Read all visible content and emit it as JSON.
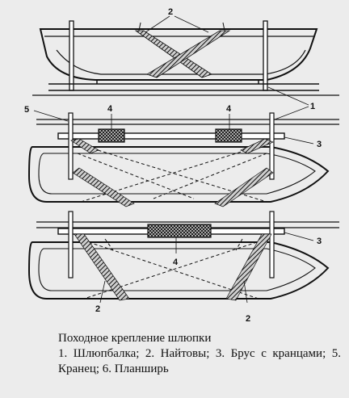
{
  "labels": {
    "lashings_top": "2",
    "fender_left": "4",
    "fender_right": "4",
    "fender_bottom": "4",
    "davits": "1",
    "gunwale": "5",
    "beam_mid": "3",
    "beam_bottom": "3",
    "lashing_bottom_left": "2",
    "lashing_bottom_right": "2"
  },
  "caption": {
    "title": "Походное крепление шлюпки",
    "legend": "1. Шлюпбалка; 2. Найтовы; 3. Брус с кранцами; 5. Кранец; 6. Планширь"
  },
  "colors": {
    "background": "#ececec",
    "ink": "#111111"
  }
}
